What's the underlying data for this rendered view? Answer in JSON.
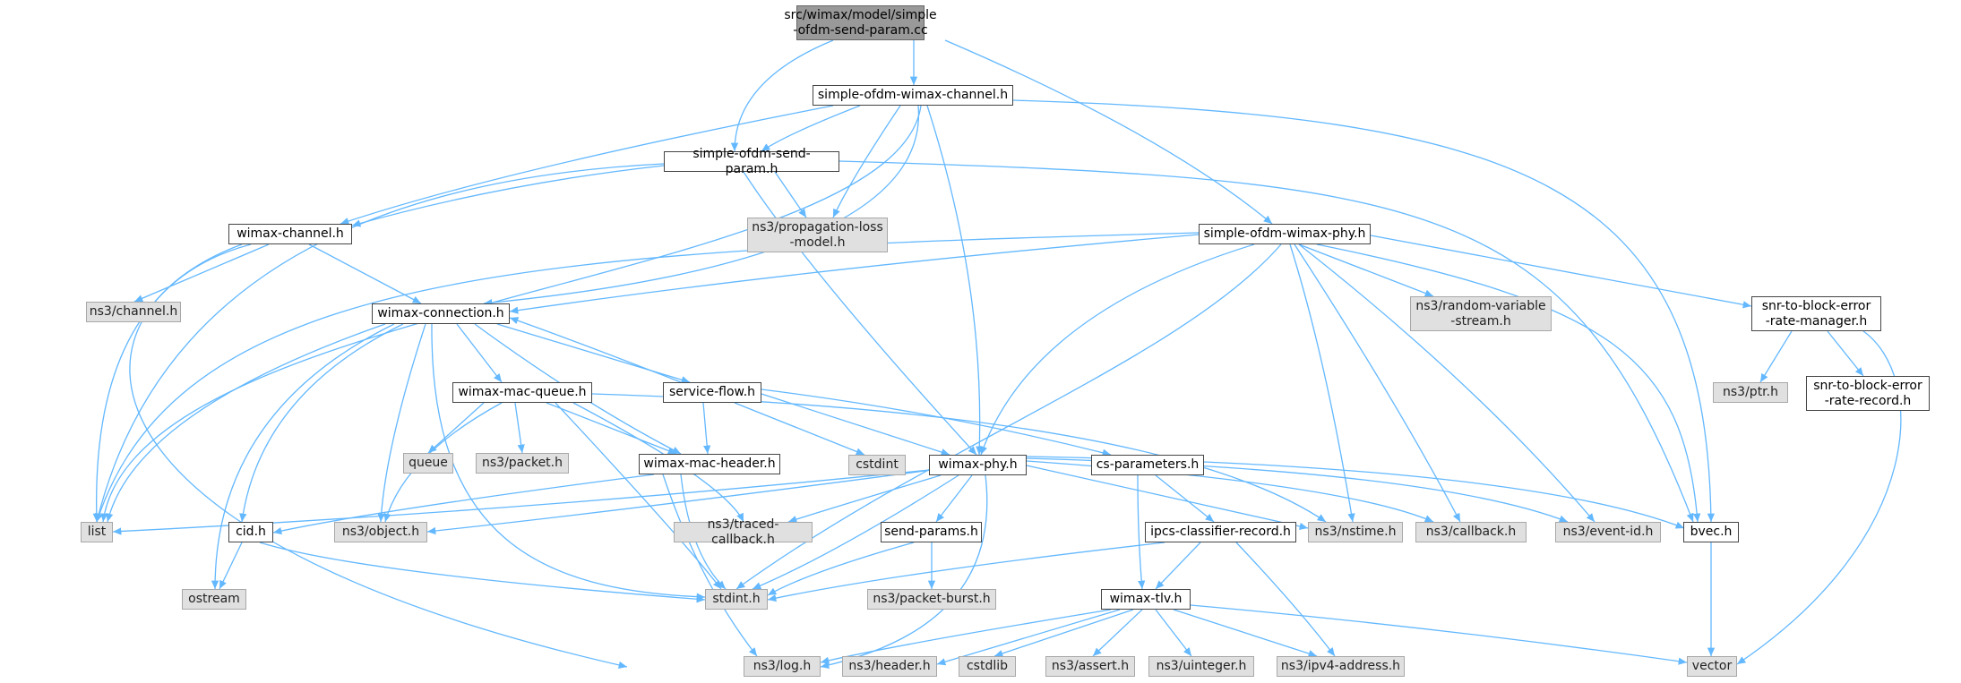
{
  "colors": {
    "edge": "#63b8ff",
    "node_border": "#444444",
    "external_fill": "#e0e0e0",
    "root_fill": "#999999"
  },
  "nodes": {
    "root": "src/wimax/model/simple\n-ofdm-send-param.cc",
    "sowc": "simple-ofdm-wimax-channel.h",
    "sosp": "simple-ofdm-send-param.h",
    "sowp": "simple-ofdm-wimax-phy.h",
    "wch": "wimax-channel.h",
    "prop": "ns3/propagation-loss\n-model.h",
    "chan": "ns3/channel.h",
    "wconn": "wimax-connection.h",
    "rvs": "ns3/random-variable\n-stream.h",
    "snrm": "snr-to-block-error\n-rate-manager.h",
    "wmq": "wimax-mac-queue.h",
    "sf": "service-flow.h",
    "ptr": "ns3/ptr.h",
    "snrr": "snr-to-block-error\n-rate-record.h",
    "queue": "queue",
    "pkt": "ns3/packet.h",
    "cstdint": "cstdint",
    "wmh": "wimax-mac-header.h",
    "wphy": "wimax-phy.h",
    "csp": "cs-parameters.h",
    "list": "list",
    "cid": "cid.h",
    "obj": "ns3/object.h",
    "tcb": "ns3/traced-callback.h",
    "sendp": "send-params.h",
    "ipcs": "ipcs-classifier-record.h",
    "nst": "ns3/nstime.h",
    "cb": "ns3/callback.h",
    "eid": "ns3/event-id.h",
    "bvec": "bvec.h",
    "ostream": "ostream",
    "stdint": "stdint.h",
    "pb": "ns3/packet-burst.h",
    "tlv": "wimax-tlv.h",
    "log": "ns3/log.h",
    "hdr": "ns3/header.h",
    "cstdlib": "cstdlib",
    "assert": "ns3/assert.h",
    "uint": "ns3/uinteger.h",
    "ipv4": "ns3/ipv4-address.h",
    "vector": "vector"
  }
}
